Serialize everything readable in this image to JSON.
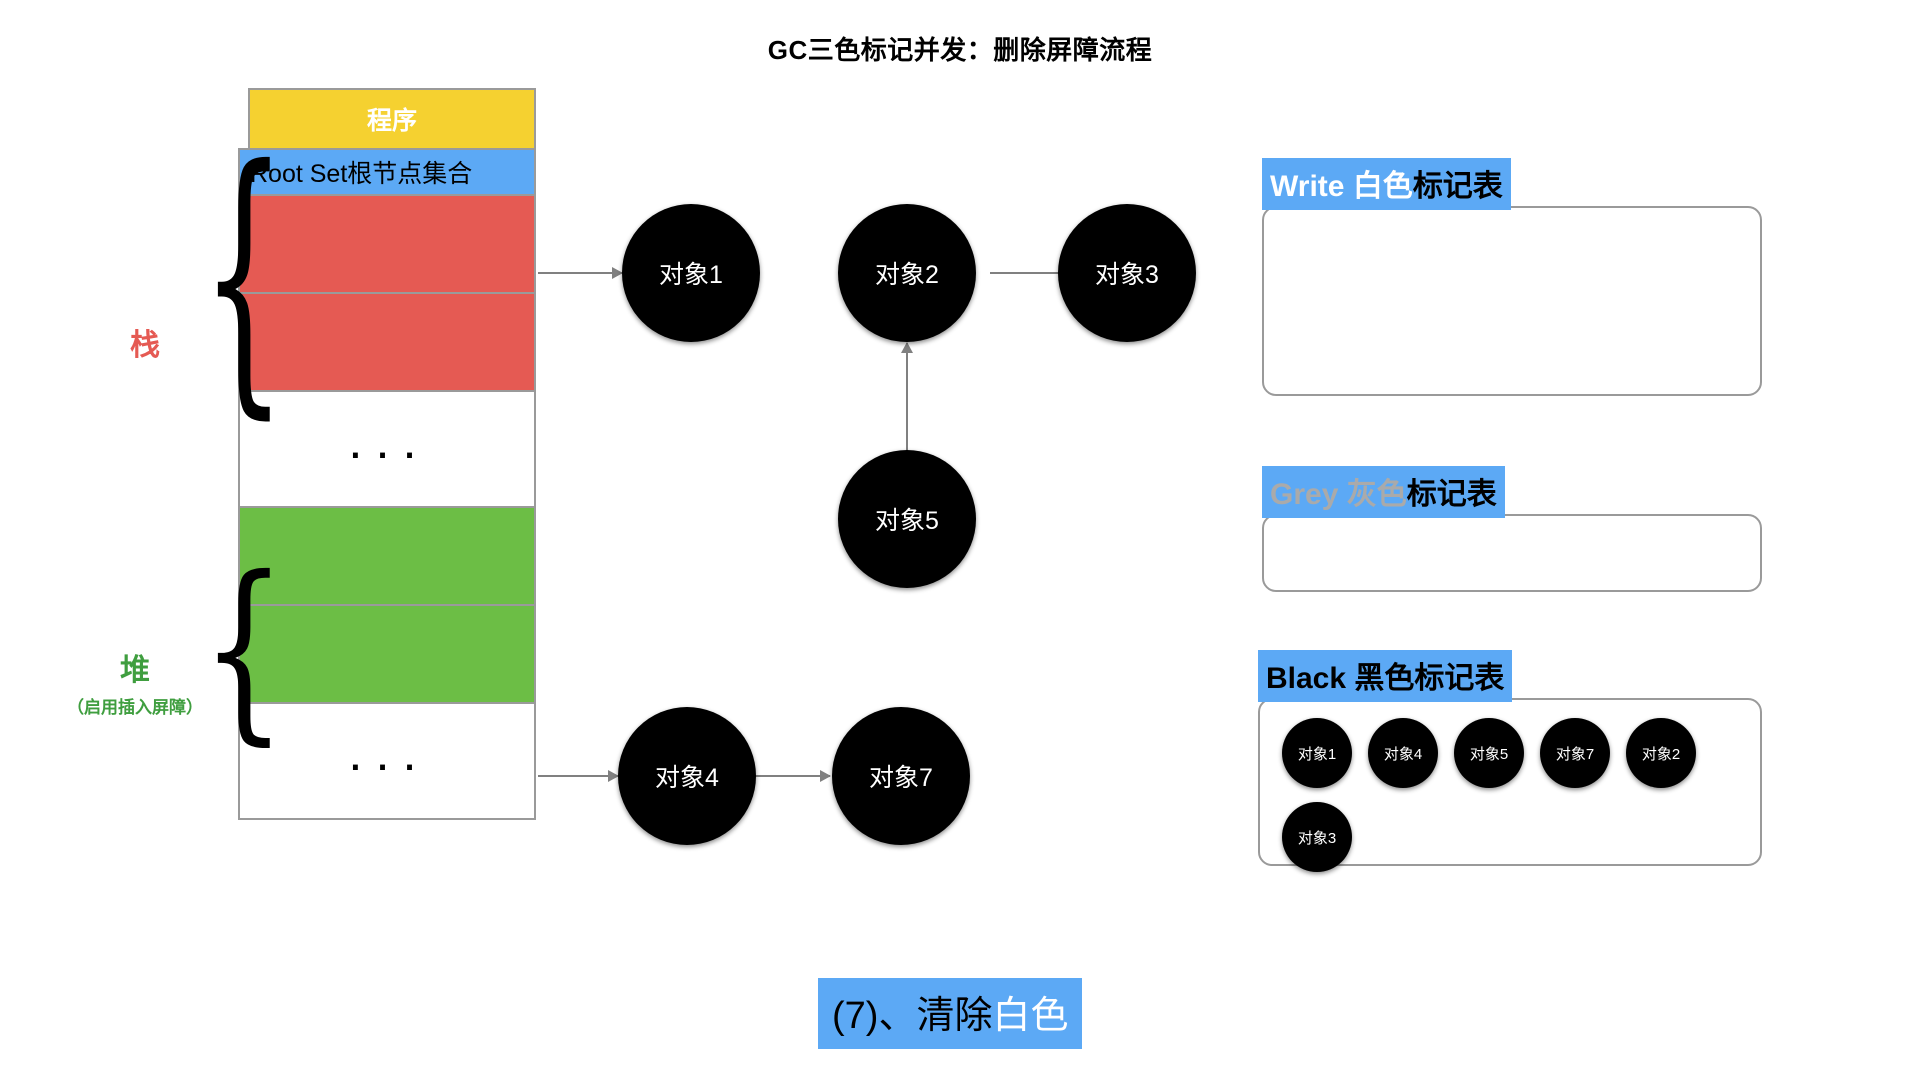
{
  "title": "GC三色标记并发：删除屏障流程",
  "memory": {
    "program_label": "程序",
    "root_set_label": "Root Set根节点集合",
    "stack_bracket_label": "栈",
    "heap_bracket_label": "堆",
    "heap_bracket_sub": "（启用插入屏障）",
    "ellipsis": "...",
    "cells": [
      {
        "kind": "program",
        "label": "程序",
        "color": "#f5d130"
      },
      {
        "kind": "rootset",
        "label": "Root Set根节点集合",
        "color": "#5ca9f5"
      },
      {
        "kind": "stack",
        "label": "",
        "color": "#e55a53"
      },
      {
        "kind": "stack",
        "label": "",
        "color": "#e55a53"
      },
      {
        "kind": "gap",
        "label": "...",
        "color": "#ffffff"
      },
      {
        "kind": "heap",
        "label": "",
        "color": "#6cbe45"
      },
      {
        "kind": "heap",
        "label": "",
        "color": "#6cbe45"
      },
      {
        "kind": "gap",
        "label": "...",
        "color": "#ffffff"
      }
    ]
  },
  "graph": {
    "nodes": [
      {
        "id": "o1",
        "label": "对象1"
      },
      {
        "id": "o2",
        "label": "对象2"
      },
      {
        "id": "o3",
        "label": "对象3"
      },
      {
        "id": "o5",
        "label": "对象5"
      },
      {
        "id": "o4",
        "label": "对象4"
      },
      {
        "id": "o7",
        "label": "对象7"
      }
    ],
    "edges": [
      {
        "from": "root-stack-cell-1",
        "to": "o1"
      },
      {
        "from": "o2",
        "to": "o3"
      },
      {
        "from": "o5",
        "to": "o2"
      },
      {
        "from": "heap-cell-2",
        "to": "o4"
      },
      {
        "from": "o4",
        "to": "o7"
      }
    ]
  },
  "tables": {
    "white": {
      "header_en": "Write",
      "header_color_cn": "白色",
      "header_suffix": "标记表",
      "items": []
    },
    "grey": {
      "header_en": "Grey",
      "header_color_cn": "灰色",
      "header_suffix": "标记表",
      "items": []
    },
    "black": {
      "header_en": "Black",
      "header_color_cn": "黑色",
      "header_suffix": "标记表",
      "items_row1": [
        "对象1",
        "对象4",
        "对象5",
        "对象7",
        "对象2"
      ],
      "items_row2": [
        "对象3"
      ]
    }
  },
  "caption": {
    "prefix": "(7)、清除",
    "highlight": "白色"
  },
  "colors": {
    "yellow": "#f5d130",
    "blue": "#5ca9f5",
    "red": "#e55a53",
    "green": "#6cbe45",
    "node": "#000000",
    "arrow": "#808080",
    "border": "#9a9a9a"
  }
}
